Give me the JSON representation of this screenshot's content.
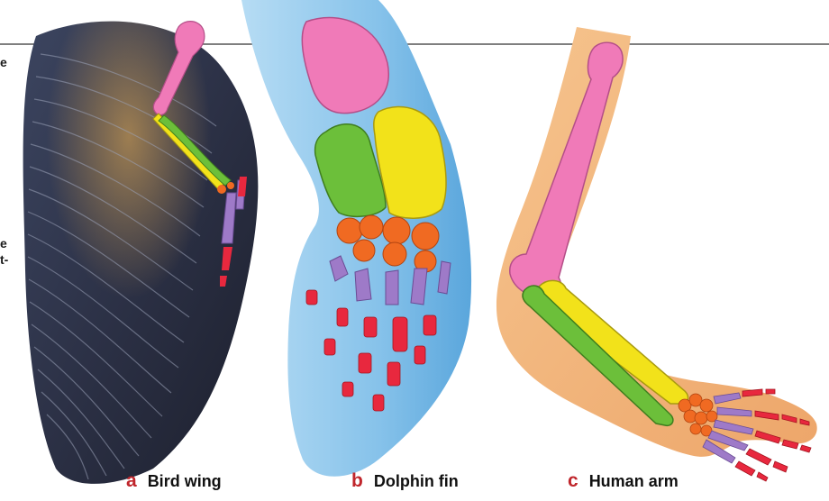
{
  "margin_fragments": [
    "e",
    "e",
    "t-"
  ],
  "panels": [
    {
      "letter": "a",
      "label": "Bird wing"
    },
    {
      "letter": "b",
      "label": "Dolphin fin"
    },
    {
      "letter": "c",
      "label": "Human arm"
    }
  ],
  "bone_colors": {
    "humerus": "#f07ab8",
    "radius": "#f2e21a",
    "ulna": "#6cbf3a",
    "carpals": "#f06a22",
    "metacarpals": "#9e7ac8",
    "phalanges": "#e8283e"
  },
  "background_colors": {
    "bird_wing": "#2f3548",
    "dolphin_fin": "#8cc8ee",
    "human_arm": "#f2b67c"
  }
}
